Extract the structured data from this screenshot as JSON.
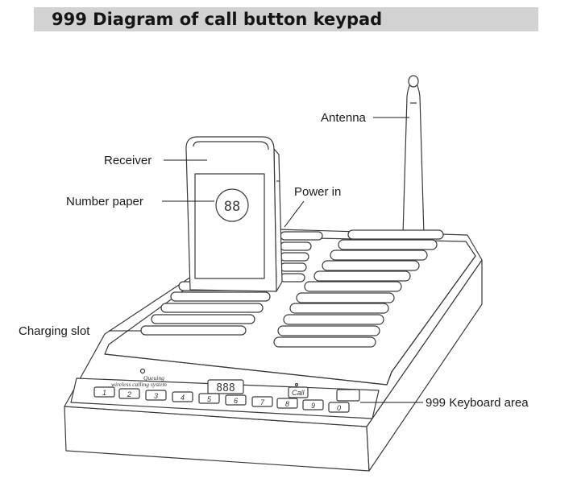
{
  "title": "999 Diagram of call button keypad",
  "labels": {
    "antenna": "Antenna",
    "receiver": "Receiver",
    "number_paper": "Number paper",
    "power_in": "Power in",
    "charging_slot": "Charging slot",
    "keyboard_area": "999 Keyboard area"
  },
  "device": {
    "receiver_display": "88",
    "panel_display": "888",
    "brand_line1": "Queuing",
    "brand_line2": "wireless calling system",
    "call_key": "Call",
    "keys": [
      "1",
      "2",
      "3",
      "4",
      "5",
      "6",
      "7",
      "8",
      "9",
      "0"
    ]
  },
  "colors": {
    "title_bg": "#d2d2d2",
    "line": "#3a3a3a",
    "fill": "#ffffff"
  }
}
